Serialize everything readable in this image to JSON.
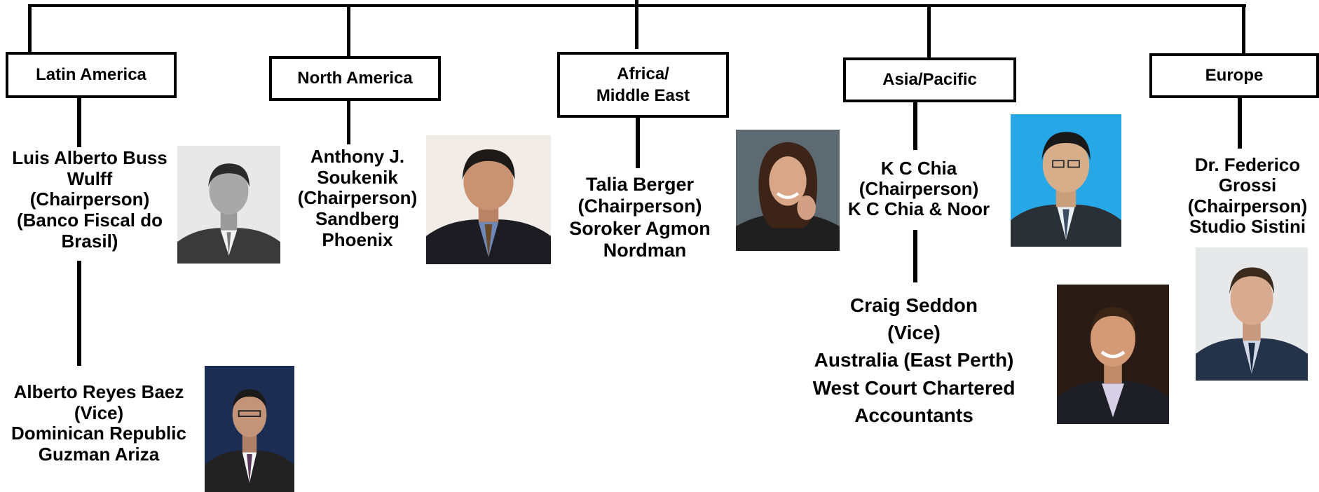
{
  "regions": [
    {
      "label": "Latin America"
    },
    {
      "label": "North America"
    },
    {
      "label_lines": [
        "Africa/",
        "Middle East"
      ]
    },
    {
      "label": "Asia/Pacific"
    },
    {
      "label": "Europe"
    }
  ],
  "people": {
    "latam_chair": [
      "Luis Alberto Buss",
      "Wulff",
      "(Chairperson)",
      "(Banco Fiscal do",
      "Brasil)"
    ],
    "latam_vice": [
      "Alberto Reyes Baez",
      "(Vice)",
      "Dominican Republic",
      "Guzman Ariza"
    ],
    "na_chair": [
      "Anthony J.",
      "Soukenik",
      "(Chairperson)",
      "Sandberg",
      "Phoenix"
    ],
    "africa_chair": [
      "Talia Berger",
      "(Chairperson)",
      "Soroker Agmon",
      "Nordman"
    ],
    "asia_chair": [
      "K C Chia",
      "(Chairperson)",
      "K C Chia & Noor"
    ],
    "asia_vice": [
      "Craig Seddon",
      "(Vice)",
      "Australia (East Perth)",
      "West Court Chartered",
      "Accountants"
    ],
    "europe_chair": [
      "Dr. Federico",
      "Grossi",
      "(Chairperson)",
      "Studio Sistini"
    ]
  }
}
